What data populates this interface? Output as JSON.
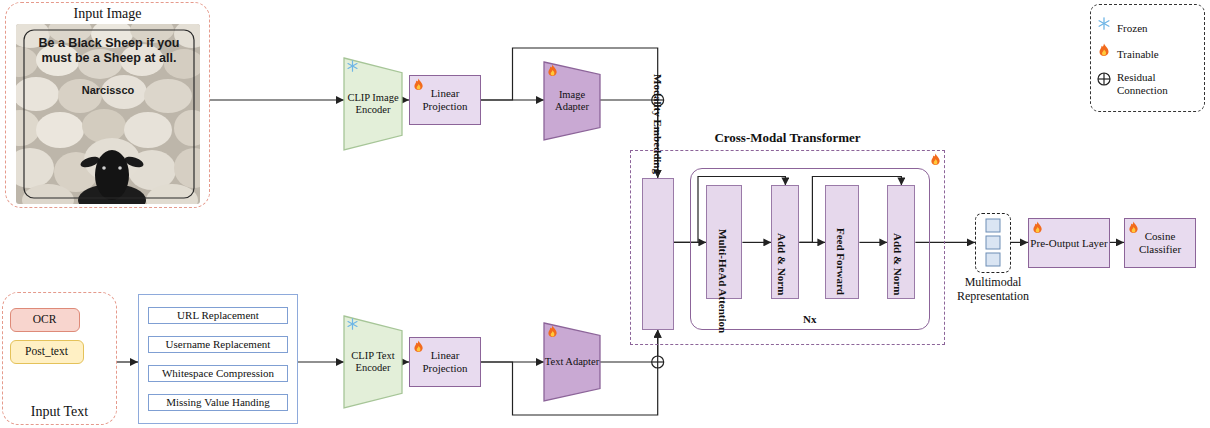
{
  "diagram": {
    "nodes": [
      {
        "text": [
          "Input Image"
        ]
      },
      {
        "text": [
          "CLIP Image Encoder"
        ]
      },
      {
        "text": [
          "Linear Projection"
        ]
      },
      {
        "text": [
          "Image Adapter"
        ]
      },
      {
        "text": [
          "Cross-Modal Transformer"
        ]
      },
      {
        "text": [
          "Modality Embedding"
        ],
        "in": 4
      },
      {
        "text": [
          "Nx"
        ],
        "in": 4
      },
      {
        "text": [
          "Multi-HeAd Attention"
        ],
        "in": 6
      },
      {
        "text": [
          "Add & Norm"
        ],
        "in": 6
      },
      {
        "text": [
          "Feed Forward"
        ],
        "in": 6
      },
      {
        "text": [
          "Add & Norm"
        ],
        "in": 6
      },
      {
        "text": [
          "Multimodal Representation"
        ]
      },
      {
        "text": [
          "Pre-Output Layer"
        ]
      },
      {
        "text": [
          "Cosine Classifier"
        ]
      },
      {
        "text": [
          "Input Text"
        ]
      },
      {
        "text": [
          "OCR"
        ],
        "in": 14
      },
      {
        "text": [
          "Post_text"
        ],
        "in": 14
      },
      {
        "text": [
          "URL Replacement",
          "Username Replacement",
          "Whitespace Compression",
          "Missing Value Handing"
        ]
      },
      {
        "text": [
          "CLIP Text Encoder"
        ]
      },
      {
        "text": [
          "Linear Projection"
        ]
      },
      {
        "text": [
          "Text Adapter"
        ]
      }
    ],
    "edges": [
      {
        "from": 0,
        "to": 1,
        "arrow": "to"
      },
      {
        "from": 1,
        "to": 2,
        "arrow": "to"
      },
      {
        "from": 2,
        "to": 3,
        "arrow": "to"
      },
      {
        "from": 3,
        "to": 5,
        "arrow": "to"
      },
      {
        "from": 2,
        "to": 5,
        "arrow": "to"
      },
      {
        "from": 14,
        "to": 17,
        "arrow": "to"
      },
      {
        "from": 17,
        "to": 18,
        "arrow": "to"
      },
      {
        "from": 18,
        "to": 19,
        "arrow": "to"
      },
      {
        "from": 19,
        "to": 20,
        "arrow": "to"
      },
      {
        "from": 20,
        "to": 5,
        "arrow": "to"
      },
      {
        "from": 19,
        "to": 5,
        "arrow": "to"
      },
      {
        "from": 5,
        "to": 7,
        "arrow": "to"
      },
      {
        "from": 7,
        "to": 8,
        "arrow": "to"
      },
      {
        "from": 8,
        "to": 9,
        "arrow": "to"
      },
      {
        "from": 9,
        "to": 10,
        "arrow": "to"
      },
      {
        "from": 5,
        "to": 8,
        "arrow": "to"
      },
      {
        "from": 8,
        "to": 10,
        "arrow": "to"
      },
      {
        "from": 10,
        "to": 11,
        "arrow": "to"
      },
      {
        "from": 11,
        "to": 12,
        "arrow": "to"
      },
      {
        "from": 12,
        "to": 13,
        "arrow": "to"
      }
    ],
    "labels": [
      "Be a Black Sheep if you must be a Sheep at all.",
      "Narcissco"
    ],
    "legend": [
      {
        "text": "Frozen"
      },
      {
        "text": "Trainable"
      },
      {
        "text": "Residual Connection"
      }
    ]
  }
}
